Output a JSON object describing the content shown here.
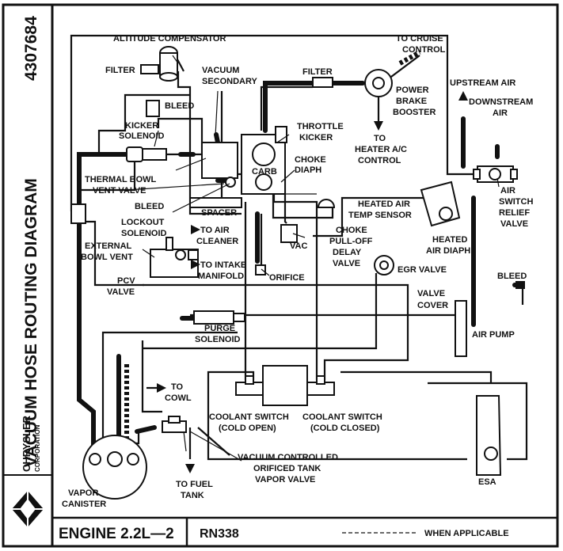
{
  "sidebar": {
    "title": "VACUUM HOSE ROUTING DIAGRAM",
    "part_number": "4307684",
    "brand": "CHRYSLER",
    "brand_sub": "CORPORATION"
  },
  "footer": {
    "engine": "ENGINE 2.2L—2",
    "code": "RN338",
    "legend": "WHEN APPLICABLE"
  },
  "labels": {
    "altitude_compensator": "ALTITUDE COMPENSATOR",
    "to_cruise_1": "TO CRUISE",
    "to_cruise_2": "CONTROL",
    "filter_left": "FILTER",
    "filter_top": "FILTER",
    "vac_sec_1": "VACUUM",
    "vac_sec_2": "SECONDARY",
    "bleed_top": "BLEED",
    "kicker_1": "KICKER",
    "kicker_2": "SOLENOID",
    "throttle_1": "THROTTLE",
    "throttle_2": "KICKER",
    "pbb_1": "POWER",
    "pbb_2": "BRAKE",
    "pbb_3": "BOOSTER",
    "upstream": "UPSTREAM AIR",
    "downstream_1": "DOWNSTREAM",
    "downstream_2": "AIR",
    "carb": "CARB",
    "choke_diaph_1": "CHOKE",
    "choke_diaph_2": "DIAPH",
    "heater_1": "TO",
    "heater_2": "HEATER A/C",
    "heater_3": "CONTROL",
    "tbv_1": "THERMAL BOWL",
    "tbv_2": "VENT VALVE",
    "bleed_mid": "BLEED",
    "lockout_1": "LOCKOUT",
    "lockout_2": "SOLENOID",
    "spacer": "SPACER",
    "heated_air_temp": "HEATED AIR",
    "temp_sensor": "TEMP SENSOR",
    "air_switch_1": "AIR",
    "air_switch_2": "SWITCH",
    "air_switch_3": "RELIEF",
    "air_switch_4": "VALVE",
    "to_air_cleaner_1": "TO AIR",
    "to_air_cleaner_2": "CLEANER",
    "ext_bowl_1": "EXTERNAL",
    "ext_bowl_2": "BOWL VENT",
    "to_intake_1": "TO INTAKE",
    "to_intake_2": "MANIFOLD",
    "vac": "VAC",
    "choke_pulloff_1": "CHOKE",
    "choke_pulloff_2": "PULL-OFF",
    "choke_pulloff_3": "DELAY",
    "choke_pulloff_4": "VALVE",
    "heated_air_diaph_1": "HEATED",
    "heated_air_diaph_2": "AIR DIAPH",
    "pcv_1": "PCV",
    "pcv_2": "VALVE",
    "orifice": "ORIFICE",
    "egr": "EGR VALVE",
    "bleed_right": "BLEED",
    "valve_cover_1": "VALVE",
    "valve_cover_2": "COVER",
    "purge_1": "PURGE",
    "purge_2": "SOLENOID",
    "air_pump": "AIR PUMP",
    "to_cowl_1": "TO",
    "to_cowl_2": "COWL",
    "cs_open_1": "COOLANT SWITCH",
    "cs_open_2": "(COLD OPEN)",
    "cs_closed_1": "COOLANT SWITCH",
    "cs_closed_2": "(COLD CLOSED)",
    "vcotv_1": "VACUUM CONTROLLED",
    "vcotv_2": "ORIFICED TANK",
    "vcotv_3": "VAPOR VALVE",
    "vapor_1": "VAPOR",
    "vapor_2": "CANISTER",
    "to_fuel_1": "TO FUEL",
    "to_fuel_2": "TANK",
    "esa": "ESA"
  }
}
